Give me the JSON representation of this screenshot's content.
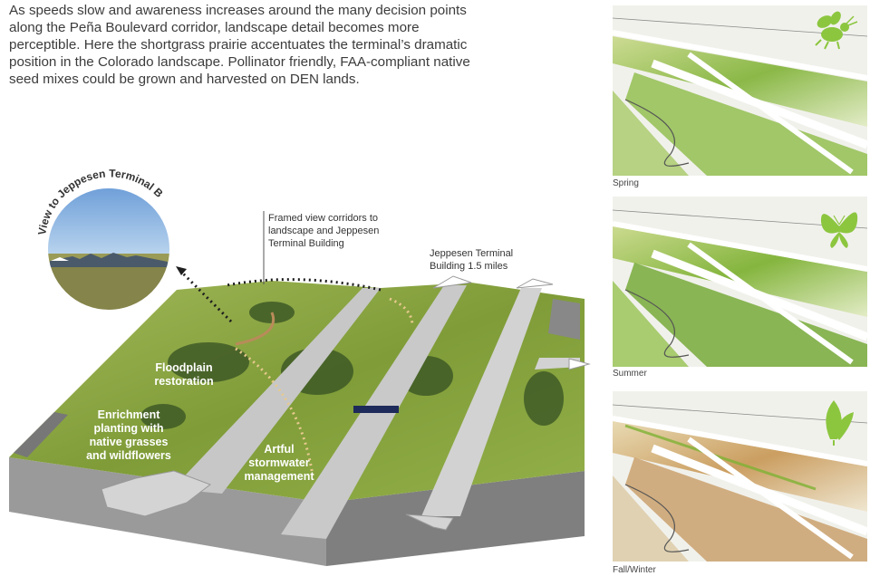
{
  "intro": {
    "text": "As speeds slow and awareness increases around the many decision points along the Peña Boulevard corridor, landscape detail becomes more perceptible. Here the shortgrass prairie accentuates the terminal’s dramatic position in the Colorado landscape. Pollinator friendly, FAA-compliant native seed mixes could be grown and harvested on DEN lands."
  },
  "view_circle": {
    "title": "View to Jeppesen Terminal Building"
  },
  "callouts": {
    "framed_view_1": "Framed view corridors to",
    "framed_view_2": "landscape and Jeppesen",
    "framed_view_3": "Terminal Building",
    "jeppesen_1": "Jeppesen Terminal",
    "jeppesen_2": "Building 1.5 miles"
  },
  "area_labels": {
    "floodplain_1": "Floodplain",
    "floodplain_2": "restoration",
    "enrichment_1": "Enrichment",
    "enrichment_2": "planting with",
    "enrichment_3": "native grasses",
    "enrichment_4": "and wildflowers",
    "stormwater_1": "Artful",
    "stormwater_2": "stormwater",
    "stormwater_3": "management"
  },
  "seasons": [
    {
      "label": "Spring",
      "icon": "bee-icon"
    },
    {
      "label": "Summer",
      "icon": "butterfly-icon"
    },
    {
      "label": "Fall/Winter",
      "icon": "leaf-icon"
    }
  ],
  "colors": {
    "text": "#3c3c3c",
    "grass": "#8aa63e",
    "grass_dark": "#5f7d2a",
    "road": "#c9c9c9",
    "block_side": "#8d8d8d",
    "icon_green": "#8cc63f",
    "path_dots": "#e8c98e"
  }
}
